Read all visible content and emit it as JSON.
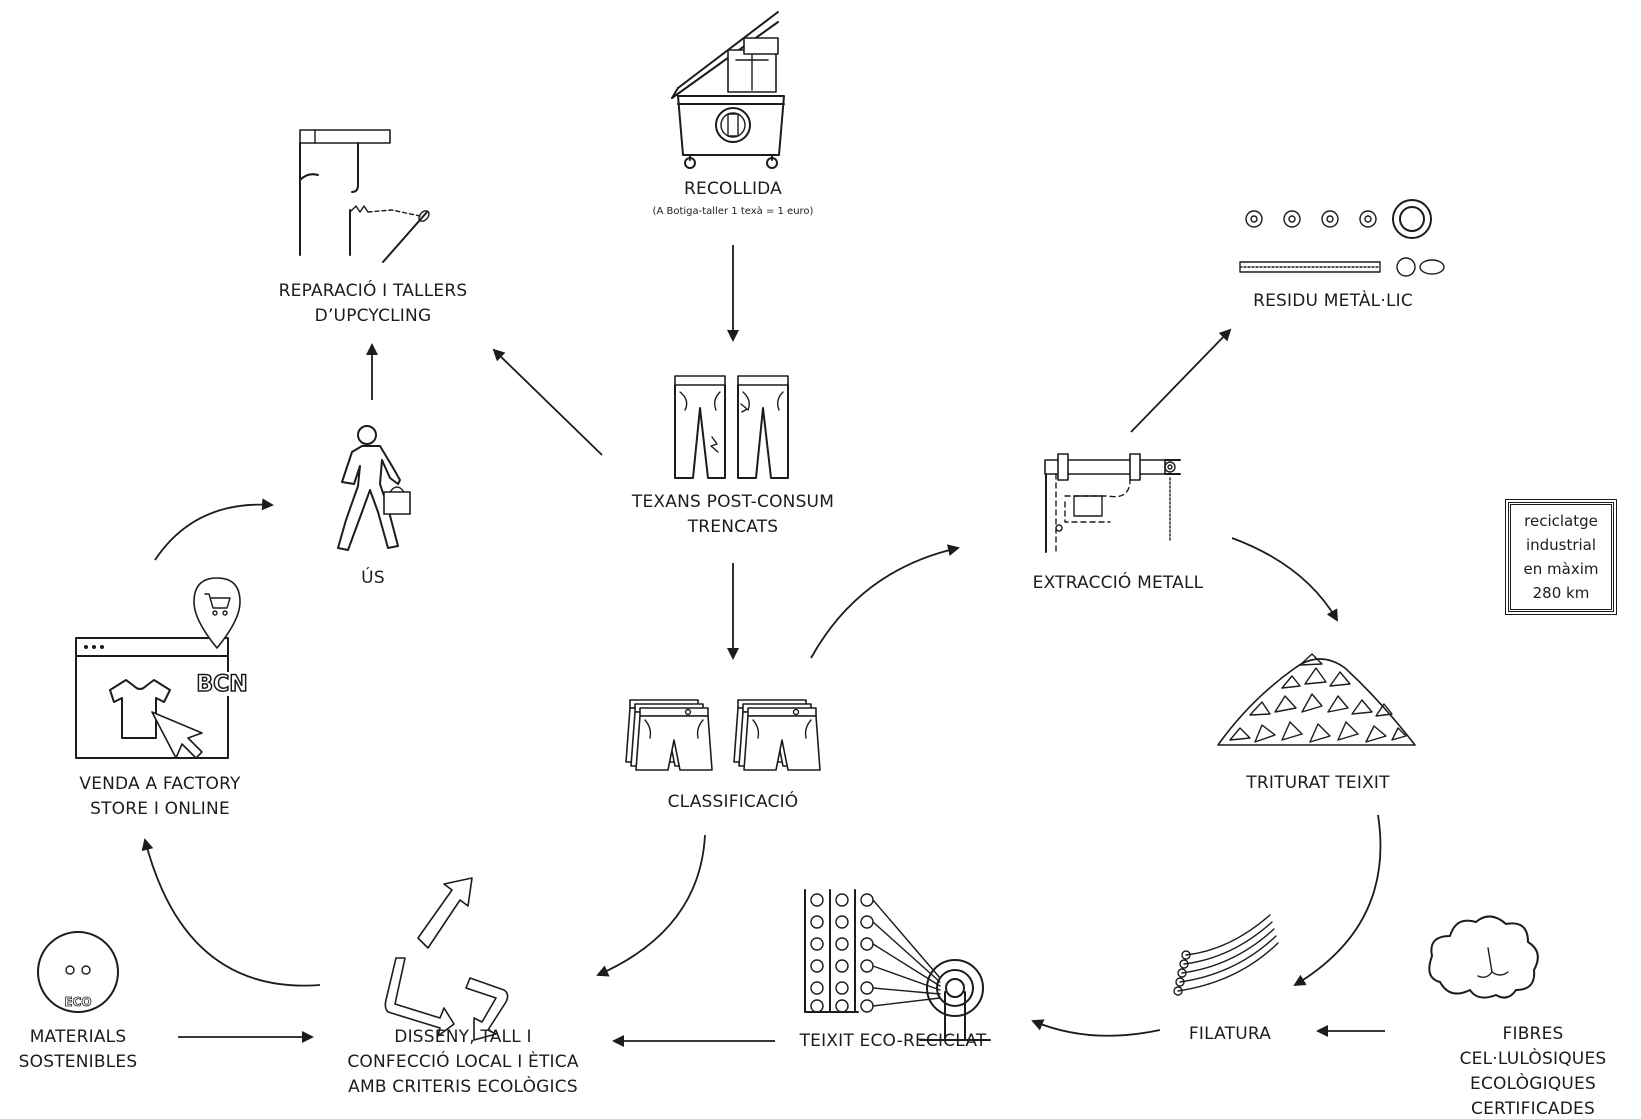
{
  "nodes": {
    "recollida": {
      "label": "RECOLLIDA",
      "sub": "(A Botiga-taller 1 texà = 1 euro)"
    },
    "texans": {
      "line1": "TEXANS POST-CONSUM",
      "line2": "TRENCATS"
    },
    "classificacio": {
      "label": "CLASSIFICACIÓ"
    },
    "reparacio": {
      "line1": "REPARACIÓ I TALLERS",
      "line2": "D’UPCYCLING"
    },
    "us": {
      "label": "ÚS"
    },
    "venda": {
      "line1": "VENDA A FACTORY",
      "line2": "STORE I ONLINE",
      "badge": "BCN"
    },
    "materials": {
      "line1": "MATERIALS",
      "line2": "SOSTENIBLES",
      "badge": "ECO"
    },
    "disseny": {
      "line1": "DISSENY, TALL I",
      "line2": "CONFECCIÓ LOCAL I ÈTICA",
      "line3": "AMB CRITERIS ECOLÒGICS"
    },
    "teixit": {
      "label": "TEIXIT ECO-RECICLAT"
    },
    "filatura": {
      "label": "FILATURA"
    },
    "fibres": {
      "line1": "FIBRES",
      "line2": "CEL·LULÒSIQUES",
      "line3": "ECOLÒGIQUES",
      "line4": "CERTIFICADES"
    },
    "extraccio": {
      "label": "EXTRACCIÓ METALL"
    },
    "residu": {
      "label": "RESIDU METÀL·LIC"
    },
    "triturat": {
      "label": "TRITURAT TEIXIT"
    }
  },
  "note": {
    "line1": "reciclatge",
    "line2": "industrial",
    "line3": "en màxim",
    "line4": "280 km"
  },
  "colors": {
    "ink": "#1c1c1c",
    "background": "#ffffff"
  },
  "icons": [
    "recycling-bin-icon",
    "broken-jeans-icon",
    "sorted-shorts-icon",
    "sewing-needle-icon",
    "walking-person-icon",
    "online-store-icon",
    "button-icon",
    "recycle-arrows-icon",
    "loom-icon",
    "yarn-fibers-icon",
    "cotton-icon",
    "metal-extraction-icon",
    "metal-rivets-icon",
    "shredded-fabric-icon"
  ]
}
